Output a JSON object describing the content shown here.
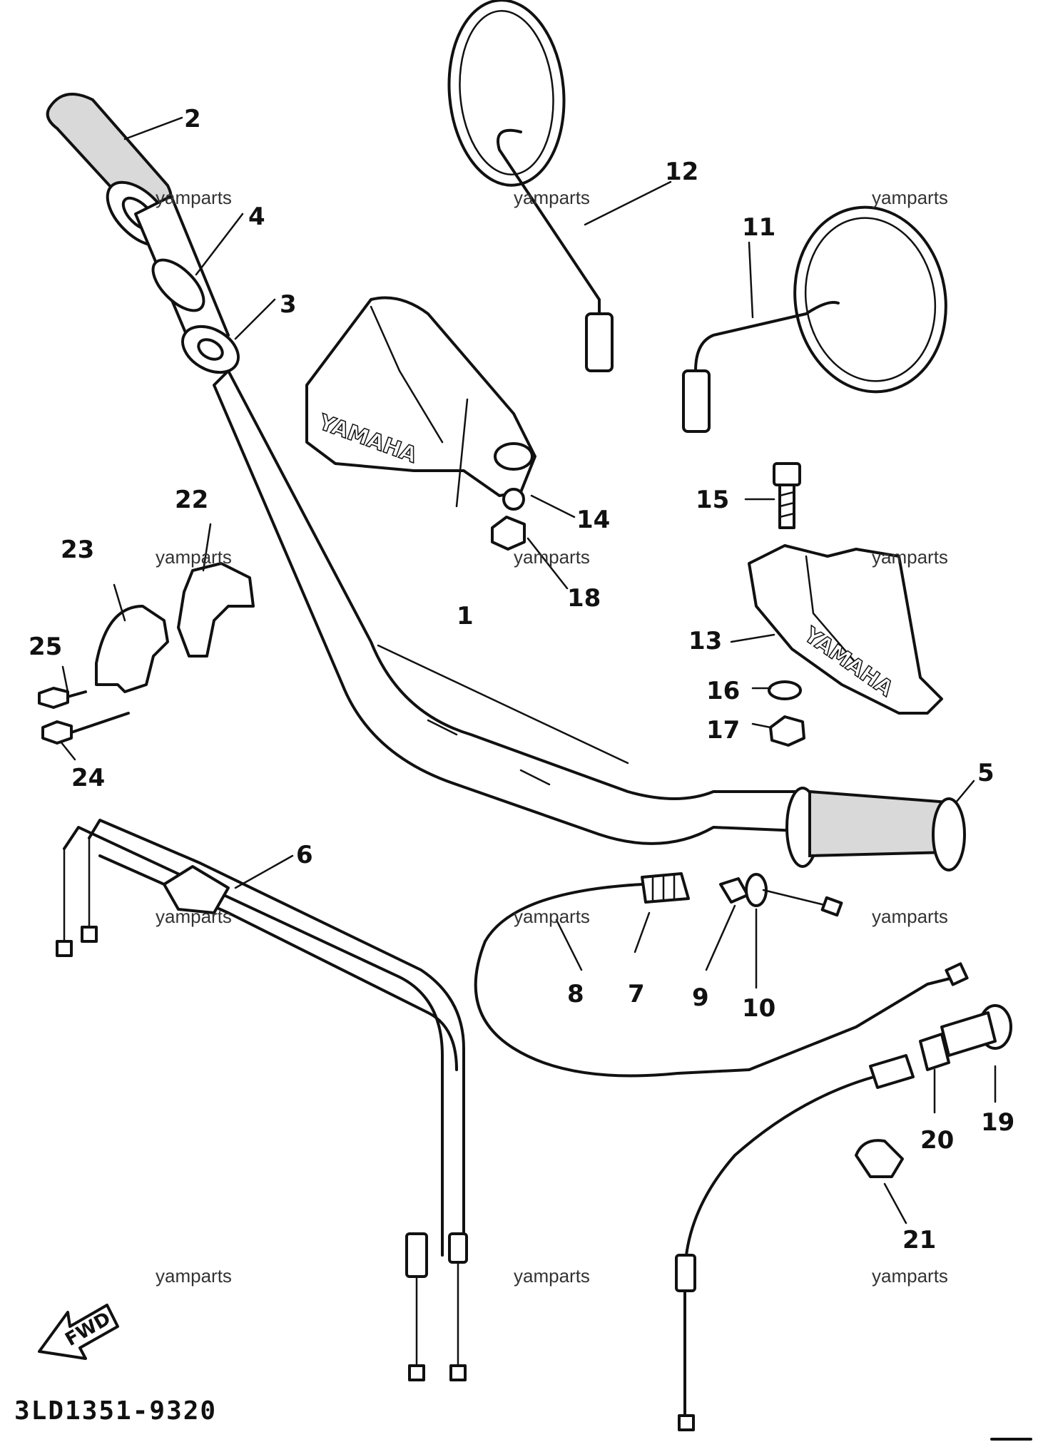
{
  "diagram": {
    "drawing_code": "3LD1351-9320",
    "brand_text": "YAMAHA",
    "direction_label": "FWD"
  },
  "watermark": {
    "text": "yamparts"
  },
  "callouts": {
    "p1": "1",
    "p2": "2",
    "p3": "3",
    "p4": "4",
    "p5": "5",
    "p6": "6",
    "p7": "7",
    "p8": "8",
    "p9": "9",
    "p10": "10",
    "p11": "11",
    "p12": "12",
    "p13": "13",
    "p14": "14",
    "p15": "15",
    "p16": "16",
    "p17": "17",
    "p18": "18",
    "p19": "19",
    "p20": "20",
    "p21": "21",
    "p22": "22",
    "p23": "23",
    "p24": "24",
    "p25": "25"
  }
}
